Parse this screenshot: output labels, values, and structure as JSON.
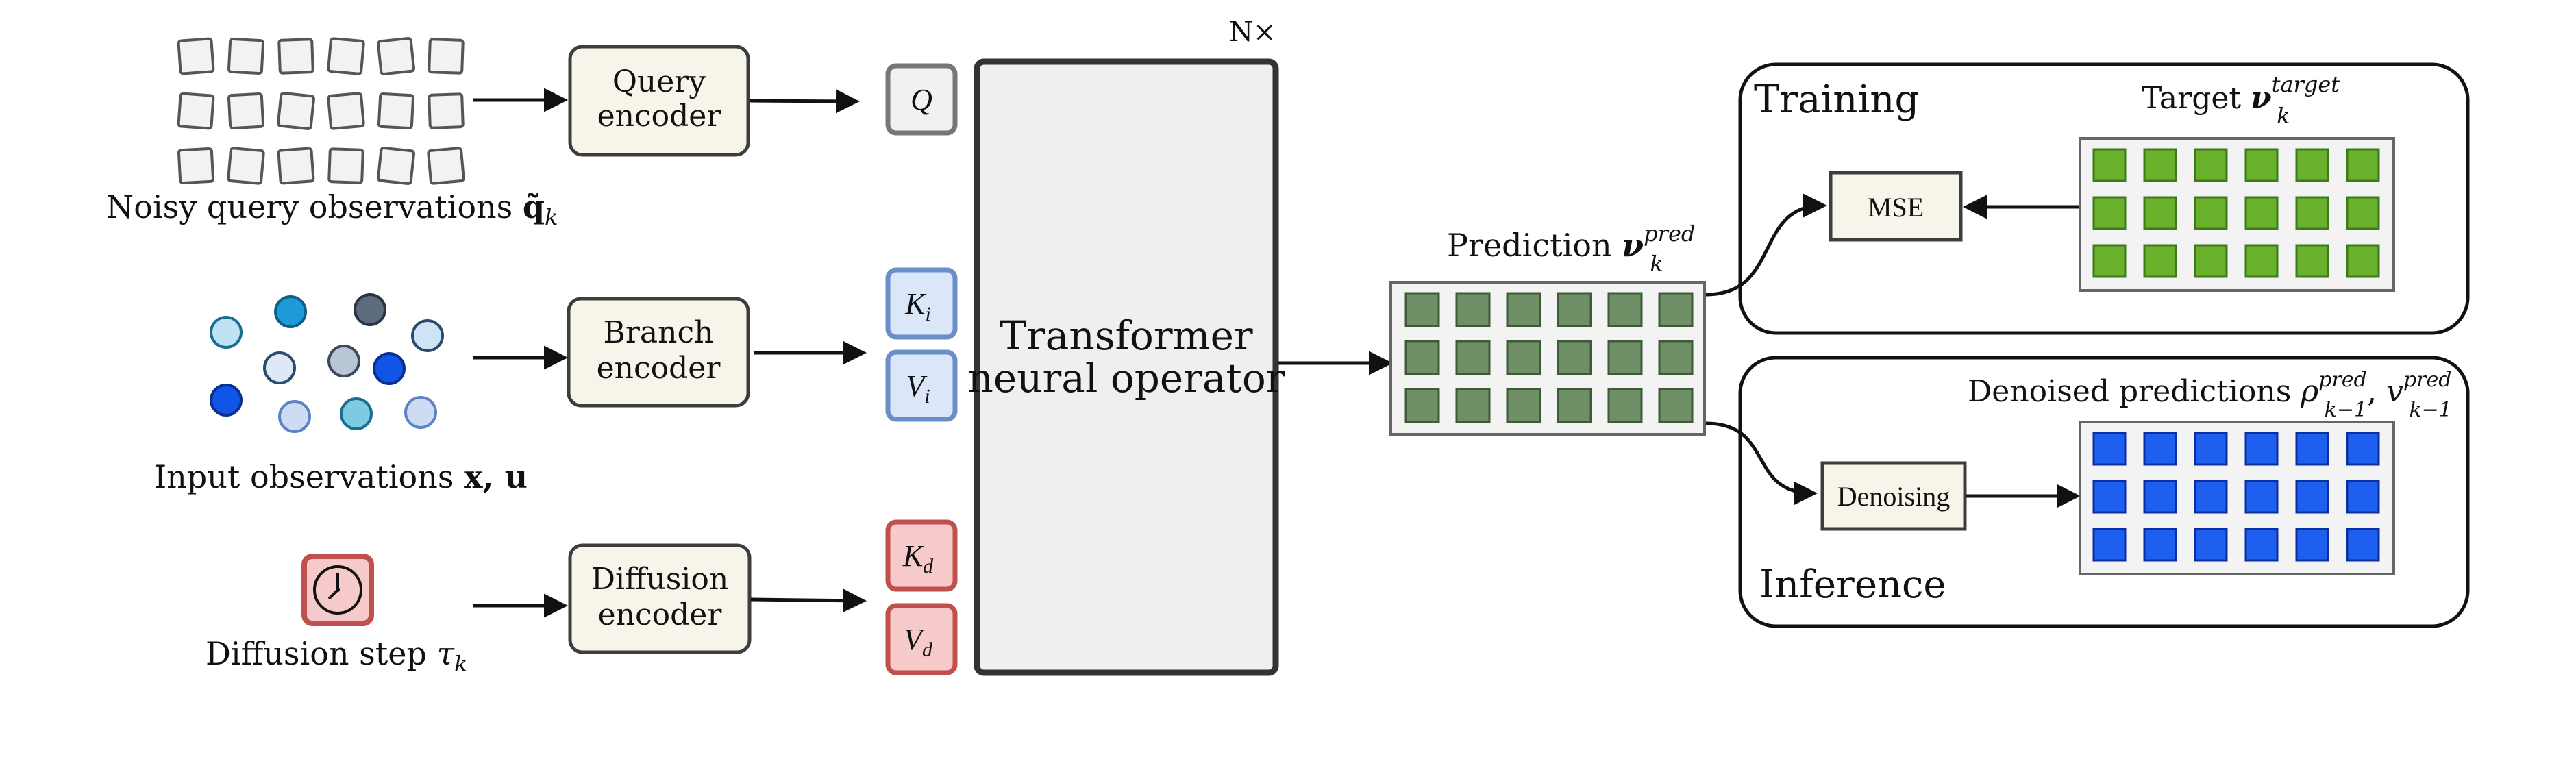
{
  "colors": {
    "box_fill": "#f7f5ea",
    "box_stroke": "#3d3d3d",
    "tno_fill": "#efefef",
    "q_fill": "#f1f1f1",
    "q_stroke": "#777777",
    "kv_i_fill": "#dbe7f8",
    "kv_i_stroke": "#6a8fc8",
    "kv_d_fill": "#f6caca",
    "kv_d_stroke": "#c0504d",
    "pred_cell": "#6f8f66",
    "pred_cell_stroke": "#3e5a37",
    "target_cell": "#6bb22c",
    "target_cell_stroke": "#3e7a1a",
    "denoised_cell": "#1f5ff0",
    "denoised_cell_stroke": "#0b2fa0",
    "clock_fill": "#f6caca",
    "clock_stroke": "#c0504d"
  },
  "inputs": {
    "query_caption": "Noisy query observations",
    "query_symbol": "q̃",
    "query_sub": "k",
    "branch_caption": "Input observations",
    "branch_symbols": "x, u",
    "diffusion_caption": "Diffusion step",
    "diffusion_symbol": "τ",
    "diffusion_sub": "k"
  },
  "encoders": {
    "query": [
      "Query",
      "encoder"
    ],
    "branch": [
      "Branch",
      "encoder"
    ],
    "diffusion": [
      "Diffusion",
      "encoder"
    ]
  },
  "tokens": {
    "q": "Q",
    "k_i": "K",
    "k_i_sub": "i",
    "v_i": "V",
    "v_i_sub": "i",
    "k_d": "K",
    "k_d_sub": "d",
    "v_d": "V",
    "v_d_sub": "d"
  },
  "transformer": {
    "line1": "Transformer",
    "line2": "neural operator",
    "repeat": "N×"
  },
  "prediction": {
    "label": "Prediction",
    "symbol": "ν",
    "sup": "pred",
    "sub": "k",
    "rows": 3,
    "cols": 6
  },
  "training": {
    "title": "Training",
    "mse": "MSE",
    "target_label": "Target",
    "target_symbol": "ν",
    "target_sup": "target",
    "target_sub": "k",
    "rows": 3,
    "cols": 6
  },
  "inference": {
    "title": "Inference",
    "denoising": "Denoising",
    "denoised_label": "Denoised predictions",
    "rho": "ρ",
    "v": "v",
    "sup": "pred",
    "sub": "k−1",
    "rows": 3,
    "cols": 6
  },
  "branch_points": {
    "colors": [
      "#bfe3f2",
      "#1e9ad6",
      "#5d6b7f",
      "#cfe3f7",
      "#dfe8f5",
      "#b9c6d6",
      "#0f56e6",
      "#0f56e6",
      "#cddcf3",
      "#7ccbe0",
      "#cddcf3"
    ],
    "strokes": [
      "#1a6e94",
      "#0e5e86",
      "#2a3442",
      "#2b4a6e",
      "#2b4a6e",
      "#3d4a5a",
      "#0a2f90",
      "#0a2f90",
      "#5b84c4",
      "#1a6e94",
      "#5b84c4"
    ]
  }
}
